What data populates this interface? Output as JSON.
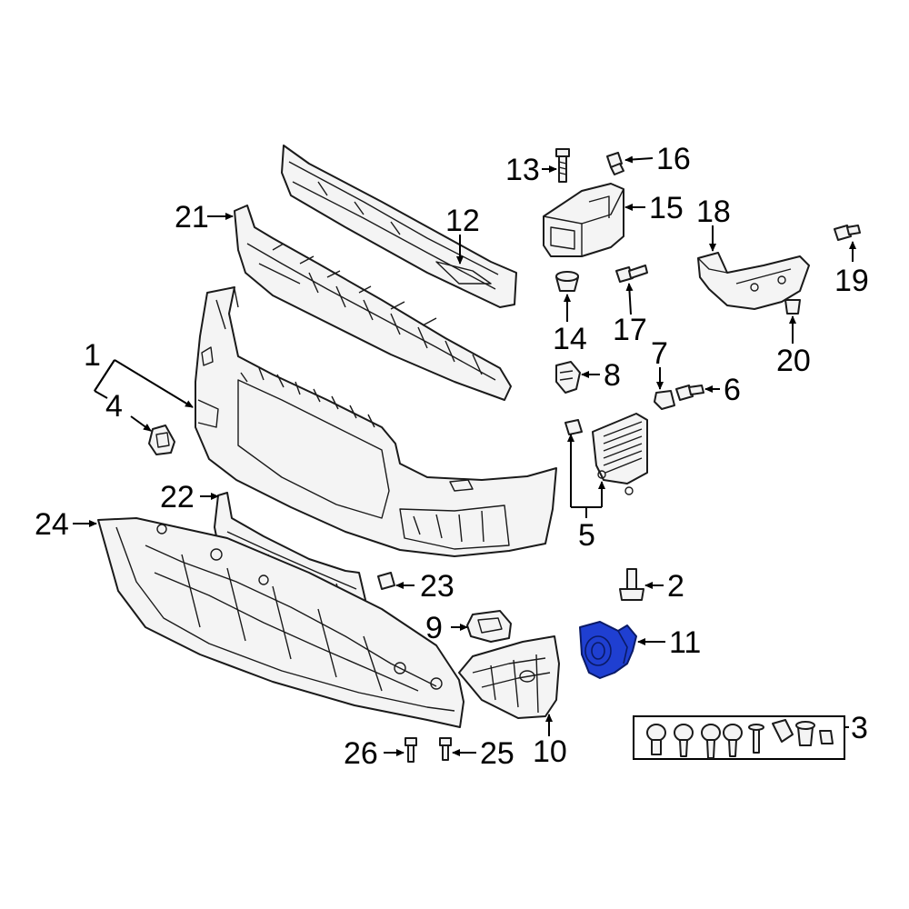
{
  "diagram": {
    "highlight_color": "#1f3fd1",
    "callouts": [
      "1",
      "2",
      "3",
      "4",
      "5",
      "6",
      "7",
      "8",
      "9",
      "10",
      "11",
      "12",
      "13",
      "14",
      "15",
      "16",
      "17",
      "18",
      "19",
      "20",
      "21",
      "22",
      "23",
      "24",
      "25",
      "26"
    ]
  }
}
